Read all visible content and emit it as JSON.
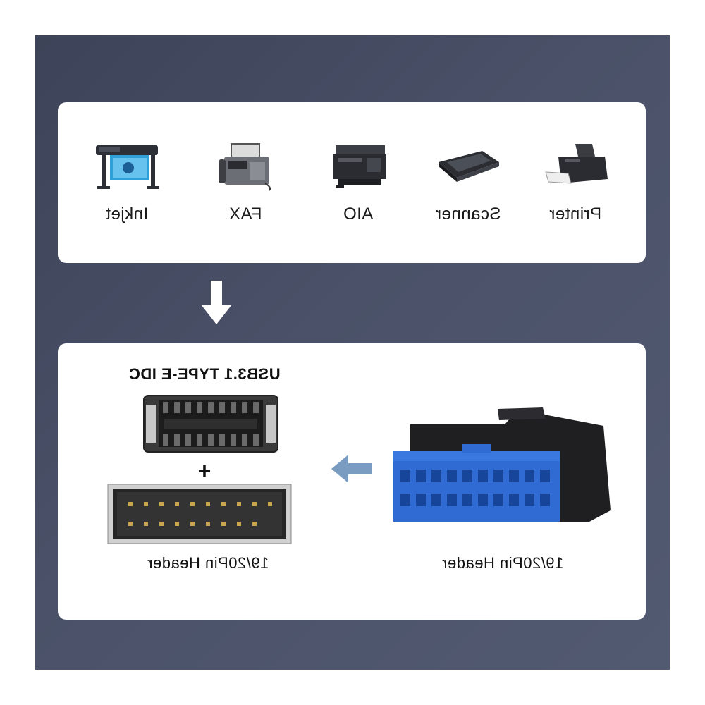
{
  "devices": [
    {
      "label": "Inkjet",
      "icon": "inkjet-plotter-icon"
    },
    {
      "label": "FAX",
      "icon": "fax-machine-icon"
    },
    {
      "label": "AIO",
      "icon": "all-in-one-printer-icon"
    },
    {
      "label": "Scanner",
      "icon": "scanner-icon"
    },
    {
      "label": "Printer",
      "icon": "printer-icon"
    }
  ],
  "connectors": {
    "idc_title": "USB3.1 TYPE-E IDC",
    "plus_sign": "+",
    "left_header_label": "19/20Pin Header",
    "right_header_label": "19/20Pin Header"
  },
  "colors": {
    "background": "#474d63",
    "card": "#ffffff",
    "usb_blue": "#2f6bd3",
    "arrow_blue": "#7a9cc0"
  }
}
